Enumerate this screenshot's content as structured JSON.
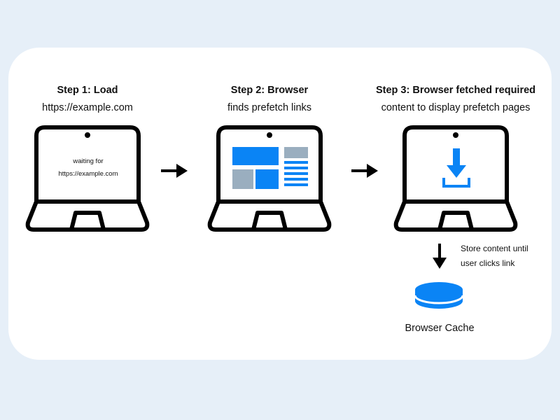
{
  "steps": [
    {
      "line1": "Step 1: Load",
      "line2": "https://example.com",
      "screen_text": [
        "waiting for",
        "https://example.com"
      ]
    },
    {
      "line1": "Step 2: Browser",
      "line2": "finds prefetch links"
    },
    {
      "line1": "Step 3: Browser fetched required",
      "line2": "content to display prefetch pages"
    }
  ],
  "store_note": [
    "Store content until",
    "user clicks link"
  ],
  "cache_label": "Browser Cache",
  "colors": {
    "accent": "#0a84f5",
    "gray": "#9aaebf",
    "page_bg": "#e6eff8",
    "outline": "#000000"
  }
}
